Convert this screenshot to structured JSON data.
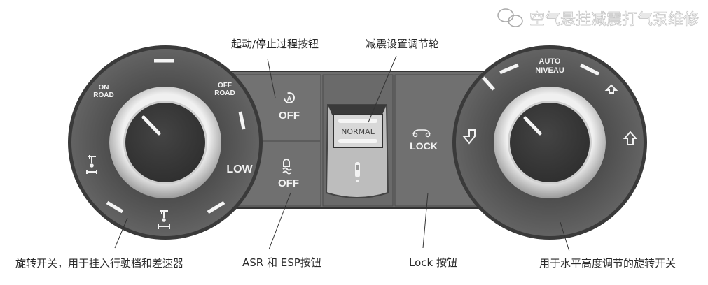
{
  "labels": {
    "start_stop": "起动/停止过程按钮",
    "damper": "减震设置调节轮",
    "rotary_left": "旋转开关，用于挂入行驶档和差速器",
    "asr_esp": "ASR 和 ESP按钮",
    "lock": "Lock 按钮",
    "rotary_right": "用于水平高度调节的旋转开关"
  },
  "left_dial": {
    "on_road_1": "ON",
    "on_road_2": "ROAD",
    "off_road_1": "OFF",
    "off_road_2": "ROAD",
    "low": "LOW"
  },
  "buttons": {
    "start_stop_symbol": "A",
    "start_stop_off": "OFF",
    "esp_off": "OFF",
    "damper_value": "NORMAL",
    "lock": "LOCK"
  },
  "right_dial": {
    "auto_1": "AUTO",
    "auto_2": "NIVEAU"
  },
  "watermark": "空气悬挂减震打气泵维修",
  "colors": {
    "panel": "#6b6b6b",
    "dial": "#5f5f5f",
    "knob": "#3c3c3c",
    "marks": "#f4f4f4"
  }
}
